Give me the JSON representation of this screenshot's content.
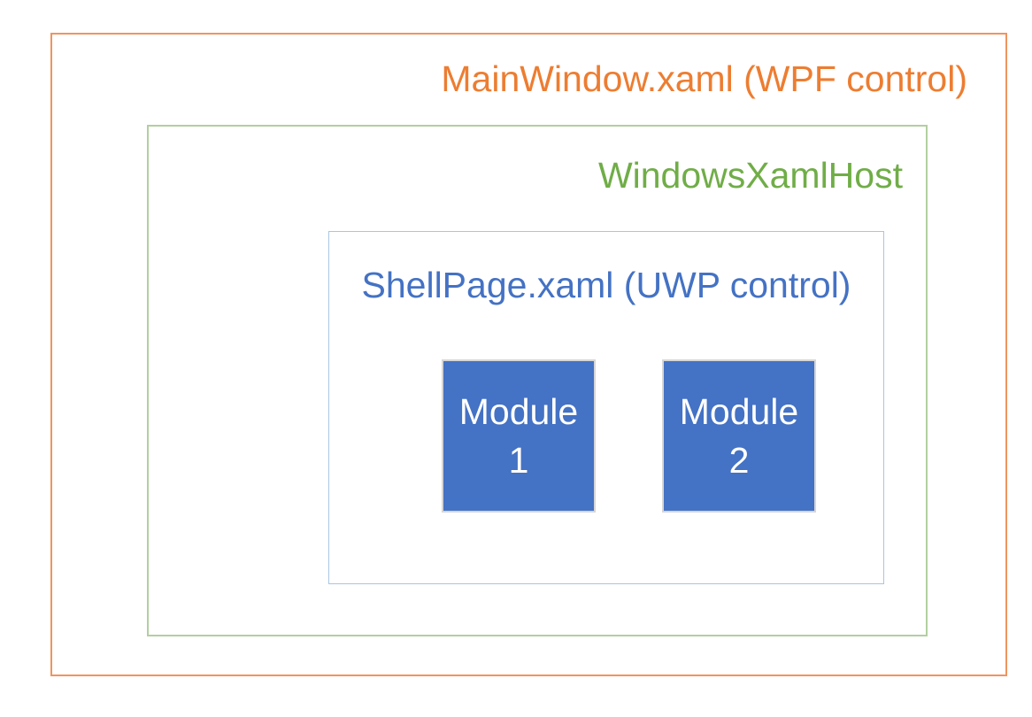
{
  "page": {
    "background_color": "#FFFFFF"
  },
  "diagram": {
    "outer_box": {
      "label": "MainWindow.xaml (WPF control)",
      "border_color": "#F0945F",
      "text_color": "#ED7D31"
    },
    "host_box": {
      "label": "WindowsXamlHost",
      "border_color": "#B2CFA0",
      "text_color": "#70AD47"
    },
    "shell_box": {
      "label": "ShellPage.xaml (UWP control)",
      "border_color": "#A9C5E5",
      "text_color": "#4472C4"
    },
    "modules": [
      {
        "label": "Module 1",
        "lines": [
          "Module",
          "1"
        ],
        "fill_color": "#4472C4",
        "border_color": "#D6D6D6",
        "text_color": "#FFFFFF"
      },
      {
        "label": "Module 2",
        "lines": [
          "Module",
          "2"
        ],
        "fill_color": "#4472C4",
        "border_color": "#D6D6D6",
        "text_color": "#FFFFFF"
      }
    ]
  }
}
